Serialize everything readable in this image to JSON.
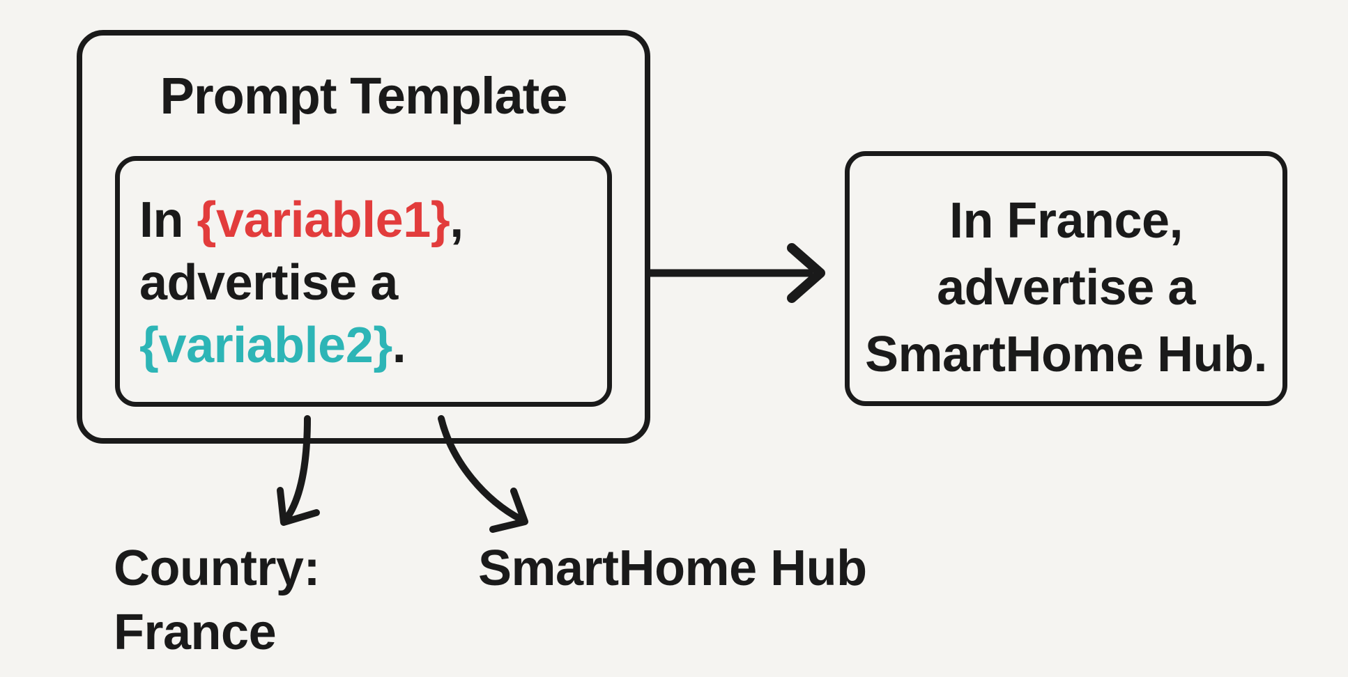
{
  "colors": {
    "background": "#f5f4f1",
    "ink": "#1a1a1a",
    "variable1_red": "#e23c3c",
    "variable2_teal": "#2db5b6"
  },
  "template_box": {
    "title": "Prompt Template",
    "line1_before": "In ",
    "variable1": "{variable1}",
    "line1_after": ",",
    "line2": "advertise a",
    "variable2": "{variable2}",
    "line3_after": "."
  },
  "output_box": {
    "line1": "In France,",
    "line2": "advertise a",
    "line3": "SmartHome Hub."
  },
  "value_labels": {
    "variable1_line1": "Country:",
    "variable1_line2": "France",
    "variable2": "SmartHome Hub"
  }
}
